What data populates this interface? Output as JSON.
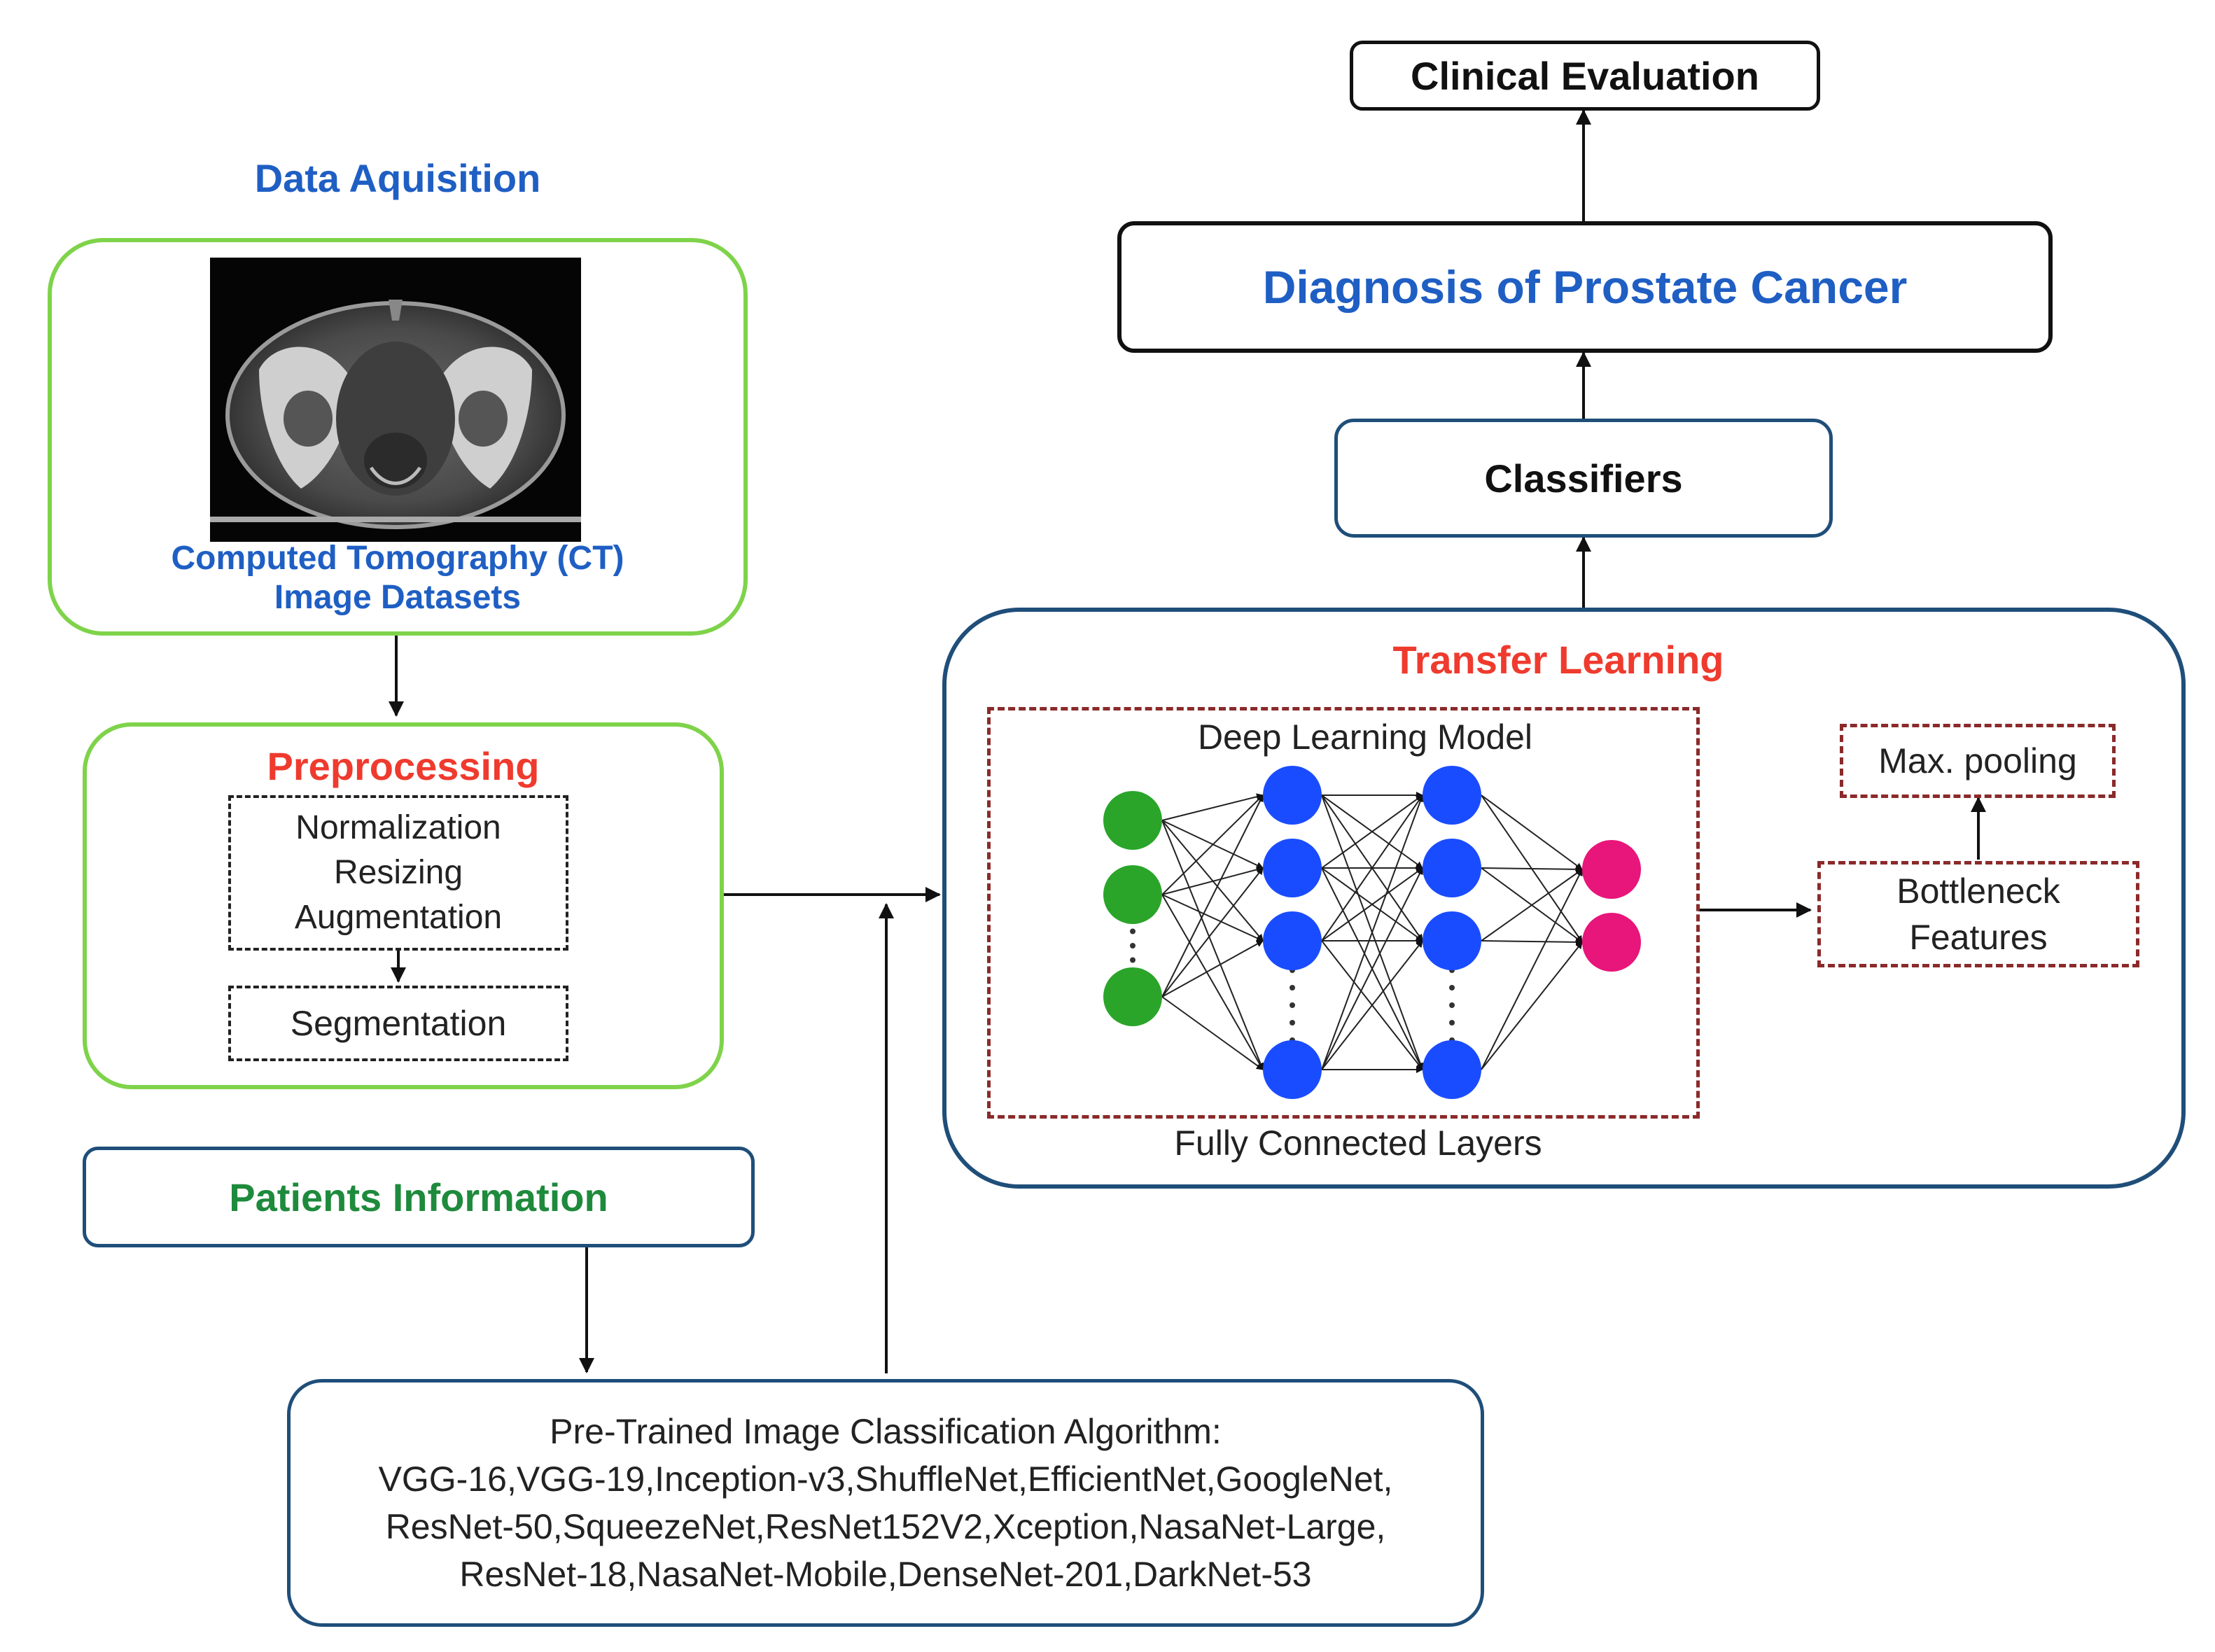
{
  "data_acquisition": {
    "title": "Data Aquisition",
    "caption_line1": "Computed Tomography (CT)",
    "caption_line2": "Image Datasets"
  },
  "preprocessing": {
    "title": "Preprocessing",
    "steps": [
      "Normalization",
      "Resizing",
      "Augmentation"
    ],
    "segmentation": "Segmentation"
  },
  "patients": {
    "label": "Patients Information"
  },
  "pretrained": {
    "title": "Pre-Trained Image Classification Algorithm:",
    "line1": "VGG-16,VGG-19,Inception-v3,ShuffleNet,EfficientNet,GoogleNet,",
    "line2": "ResNet-50,SqueezeNet,ResNet152V2,Xception,NasaNet-Large,",
    "line3": "ResNet-18,NasaNet-Mobile,DenseNet-201,DarkNet-53"
  },
  "transfer": {
    "title": "Transfer Learning",
    "model_label": "Deep Learning Model",
    "fc_label": "Fully Connected Layers",
    "maxpool": "Max. pooling",
    "bottleneck_line1": "Bottleneck",
    "bottleneck_line2": "Features"
  },
  "classifiers": {
    "label": "Classifiers"
  },
  "diagnosis": {
    "label": "Diagnosis of Prostate Cancer"
  },
  "clinical": {
    "label": "Clinical Evaluation"
  },
  "colors": {
    "blue_text": "#1f5fc4",
    "red_text": "#ef3a2e",
    "green_text": "#1e8a3c",
    "green_border": "#7ed34a",
    "navy_border": "#1f4e79",
    "node_input": "#2aa52a",
    "node_hidden": "#1a4cff",
    "node_output": "#e8157a"
  }
}
